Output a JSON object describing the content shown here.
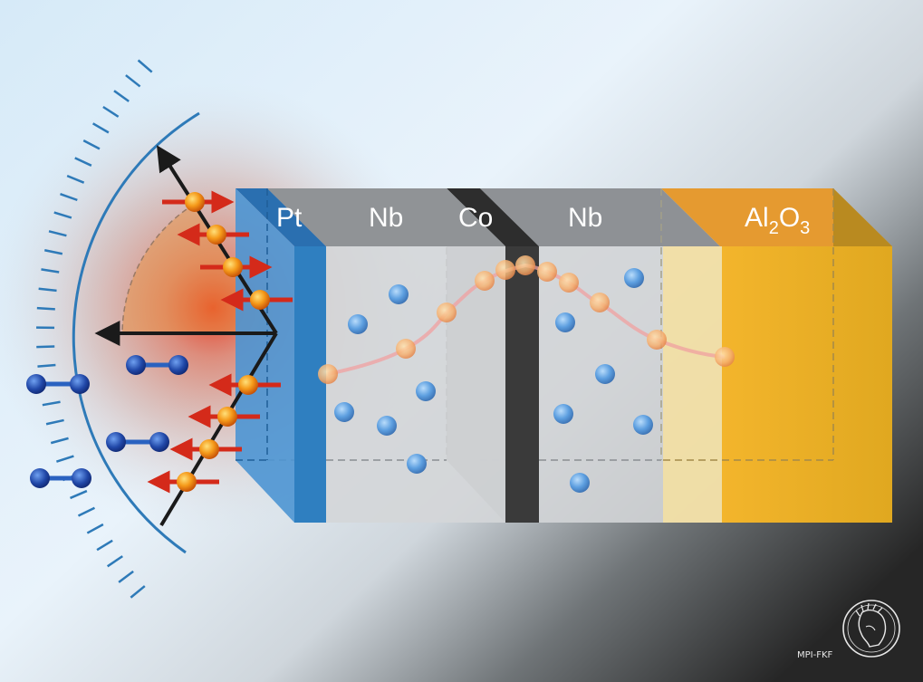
{
  "layers": {
    "pt": {
      "label": "Pt"
    },
    "nb1": {
      "label": "Nb"
    },
    "co": {
      "label": "Co"
    },
    "nb2": {
      "label": "Nb"
    },
    "al2o3": {
      "label_main": "Al",
      "sub1": "2",
      "label_mid": "O",
      "sub2": "3"
    }
  },
  "logo": {
    "text": "MPI-FKF",
    "icon": "minerva-head-icon"
  },
  "colors": {
    "background_light": "#dcecf8",
    "background_dark": "#2a2a2a",
    "pt_layer": "#2f7fc0",
    "nb_layer": "#c9cbcd",
    "co_layer": "#3a3a3a",
    "al2o3_layer": "#e8a825",
    "muon_arrow": "#d42a1a",
    "muon_ball": "#f08a10",
    "atom": "#5a9fe0",
    "molecule": "#1f3f9a",
    "detector_arc": "#2e7ab8",
    "field_profile": "#f0a0a0"
  },
  "icons": [
    "incoming-beam-arrow-icon",
    "reflected-beam-arrow-icon",
    "normal-arrow-icon",
    "detector-arc-icon",
    "spin-arrow-icon",
    "molecule-icon"
  ]
}
